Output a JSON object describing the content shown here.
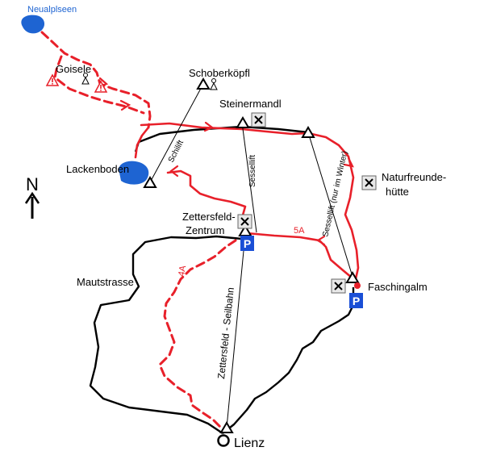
{
  "places": {
    "neualplseen": "Neualplseen",
    "goisele": "Goisele",
    "schoberkoepfl": "Schoberköpfl",
    "steinermandl": "Steinermandl",
    "lackenboden": "Lackenboden",
    "naturfreunde_line1": "Naturfreunde-",
    "naturfreunde_line2": "hütte",
    "zettersfeld_line1": "Zettersfeld-",
    "zettersfeld_line2": "Zentrum",
    "mautstrasse": "Mautstrasse",
    "faschingalm": "Faschingalm",
    "lienz": "Lienz"
  },
  "lifts": {
    "schilift": "Schilift",
    "sessellift_steinermandl": "Sessellift",
    "sessellift_winter": "Sessellift (nur im Winter)",
    "seilbahn": "Zettersfeld - Seilbahn"
  },
  "trails": {
    "route_5a": "5A",
    "route_4a": "4A"
  },
  "compass": {
    "letter": "N"
  },
  "icons": {
    "restaurant": "restaurant-icon",
    "parking": "parking-icon",
    "warning": "warning-icon",
    "summit": "summit-triangle-icon",
    "lake": "lake-icon"
  },
  "parking_label": "P",
  "colors": {
    "trail": "#e8202a",
    "road": "#000000",
    "lake": "#1e64d2",
    "parking": "#1a4fd6"
  }
}
